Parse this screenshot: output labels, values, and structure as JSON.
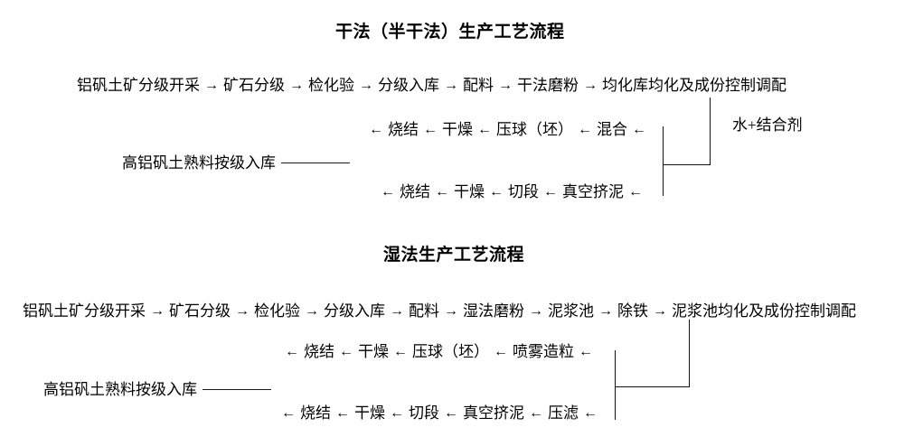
{
  "diagrams": [
    {
      "id": "dry",
      "title": "干法（半干法）生产工艺流程",
      "rows": [
        {
          "id": "dry-row-1",
          "direction": "right",
          "arrow": "→",
          "nodes": [
            "铝矾土矿分级开采",
            "矿石分级",
            "检化验",
            "分级入库",
            "配料",
            "干法磨粉",
            "均化库均化及成份控制调配"
          ]
        },
        {
          "id": "dry-row-2",
          "direction": "left",
          "arrow": "←",
          "leading_arrow": "←",
          "trailing_arrow": "←",
          "nodes": [
            "烧结",
            "干燥",
            "压球（坯）",
            "混合"
          ]
        },
        {
          "id": "dry-row-3",
          "direction": "left",
          "arrow": "←",
          "leading_arrow": "←",
          "trailing_arrow": "←",
          "nodes": [
            "烧结",
            "干燥",
            "切段",
            "真空挤泥"
          ]
        }
      ],
      "stock_label": "高铝矾土熟料按级入库",
      "side_note": "水+结合剂"
    },
    {
      "id": "wet",
      "title": "湿法生产工艺流程",
      "rows": [
        {
          "id": "wet-row-1",
          "direction": "right",
          "arrow": "→",
          "nodes": [
            "铝矾土矿分级开采",
            "矿石分级",
            "检化验",
            "分级入库",
            "配料",
            "湿法磨粉",
            "泥浆池",
            "除铁",
            "泥浆池均化及成份控制调配"
          ]
        },
        {
          "id": "wet-row-2",
          "direction": "left",
          "arrow": "←",
          "leading_arrow": "←",
          "trailing_arrow": "←",
          "nodes": [
            "烧结",
            "干燥",
            "压球（坯）",
            "喷雾造粒"
          ]
        },
        {
          "id": "wet-row-3",
          "direction": "left",
          "arrow": "←",
          "leading_arrow": "←",
          "trailing_arrow": "←",
          "nodes": [
            "烧结",
            "干燥",
            "切段",
            "真空挤泥",
            "压滤"
          ]
        }
      ],
      "stock_label": "高铝矾土熟料按级入库",
      "side_note": null
    }
  ],
  "colors": {
    "text": "#000000",
    "line": "#111111",
    "background": "#ffffff"
  }
}
